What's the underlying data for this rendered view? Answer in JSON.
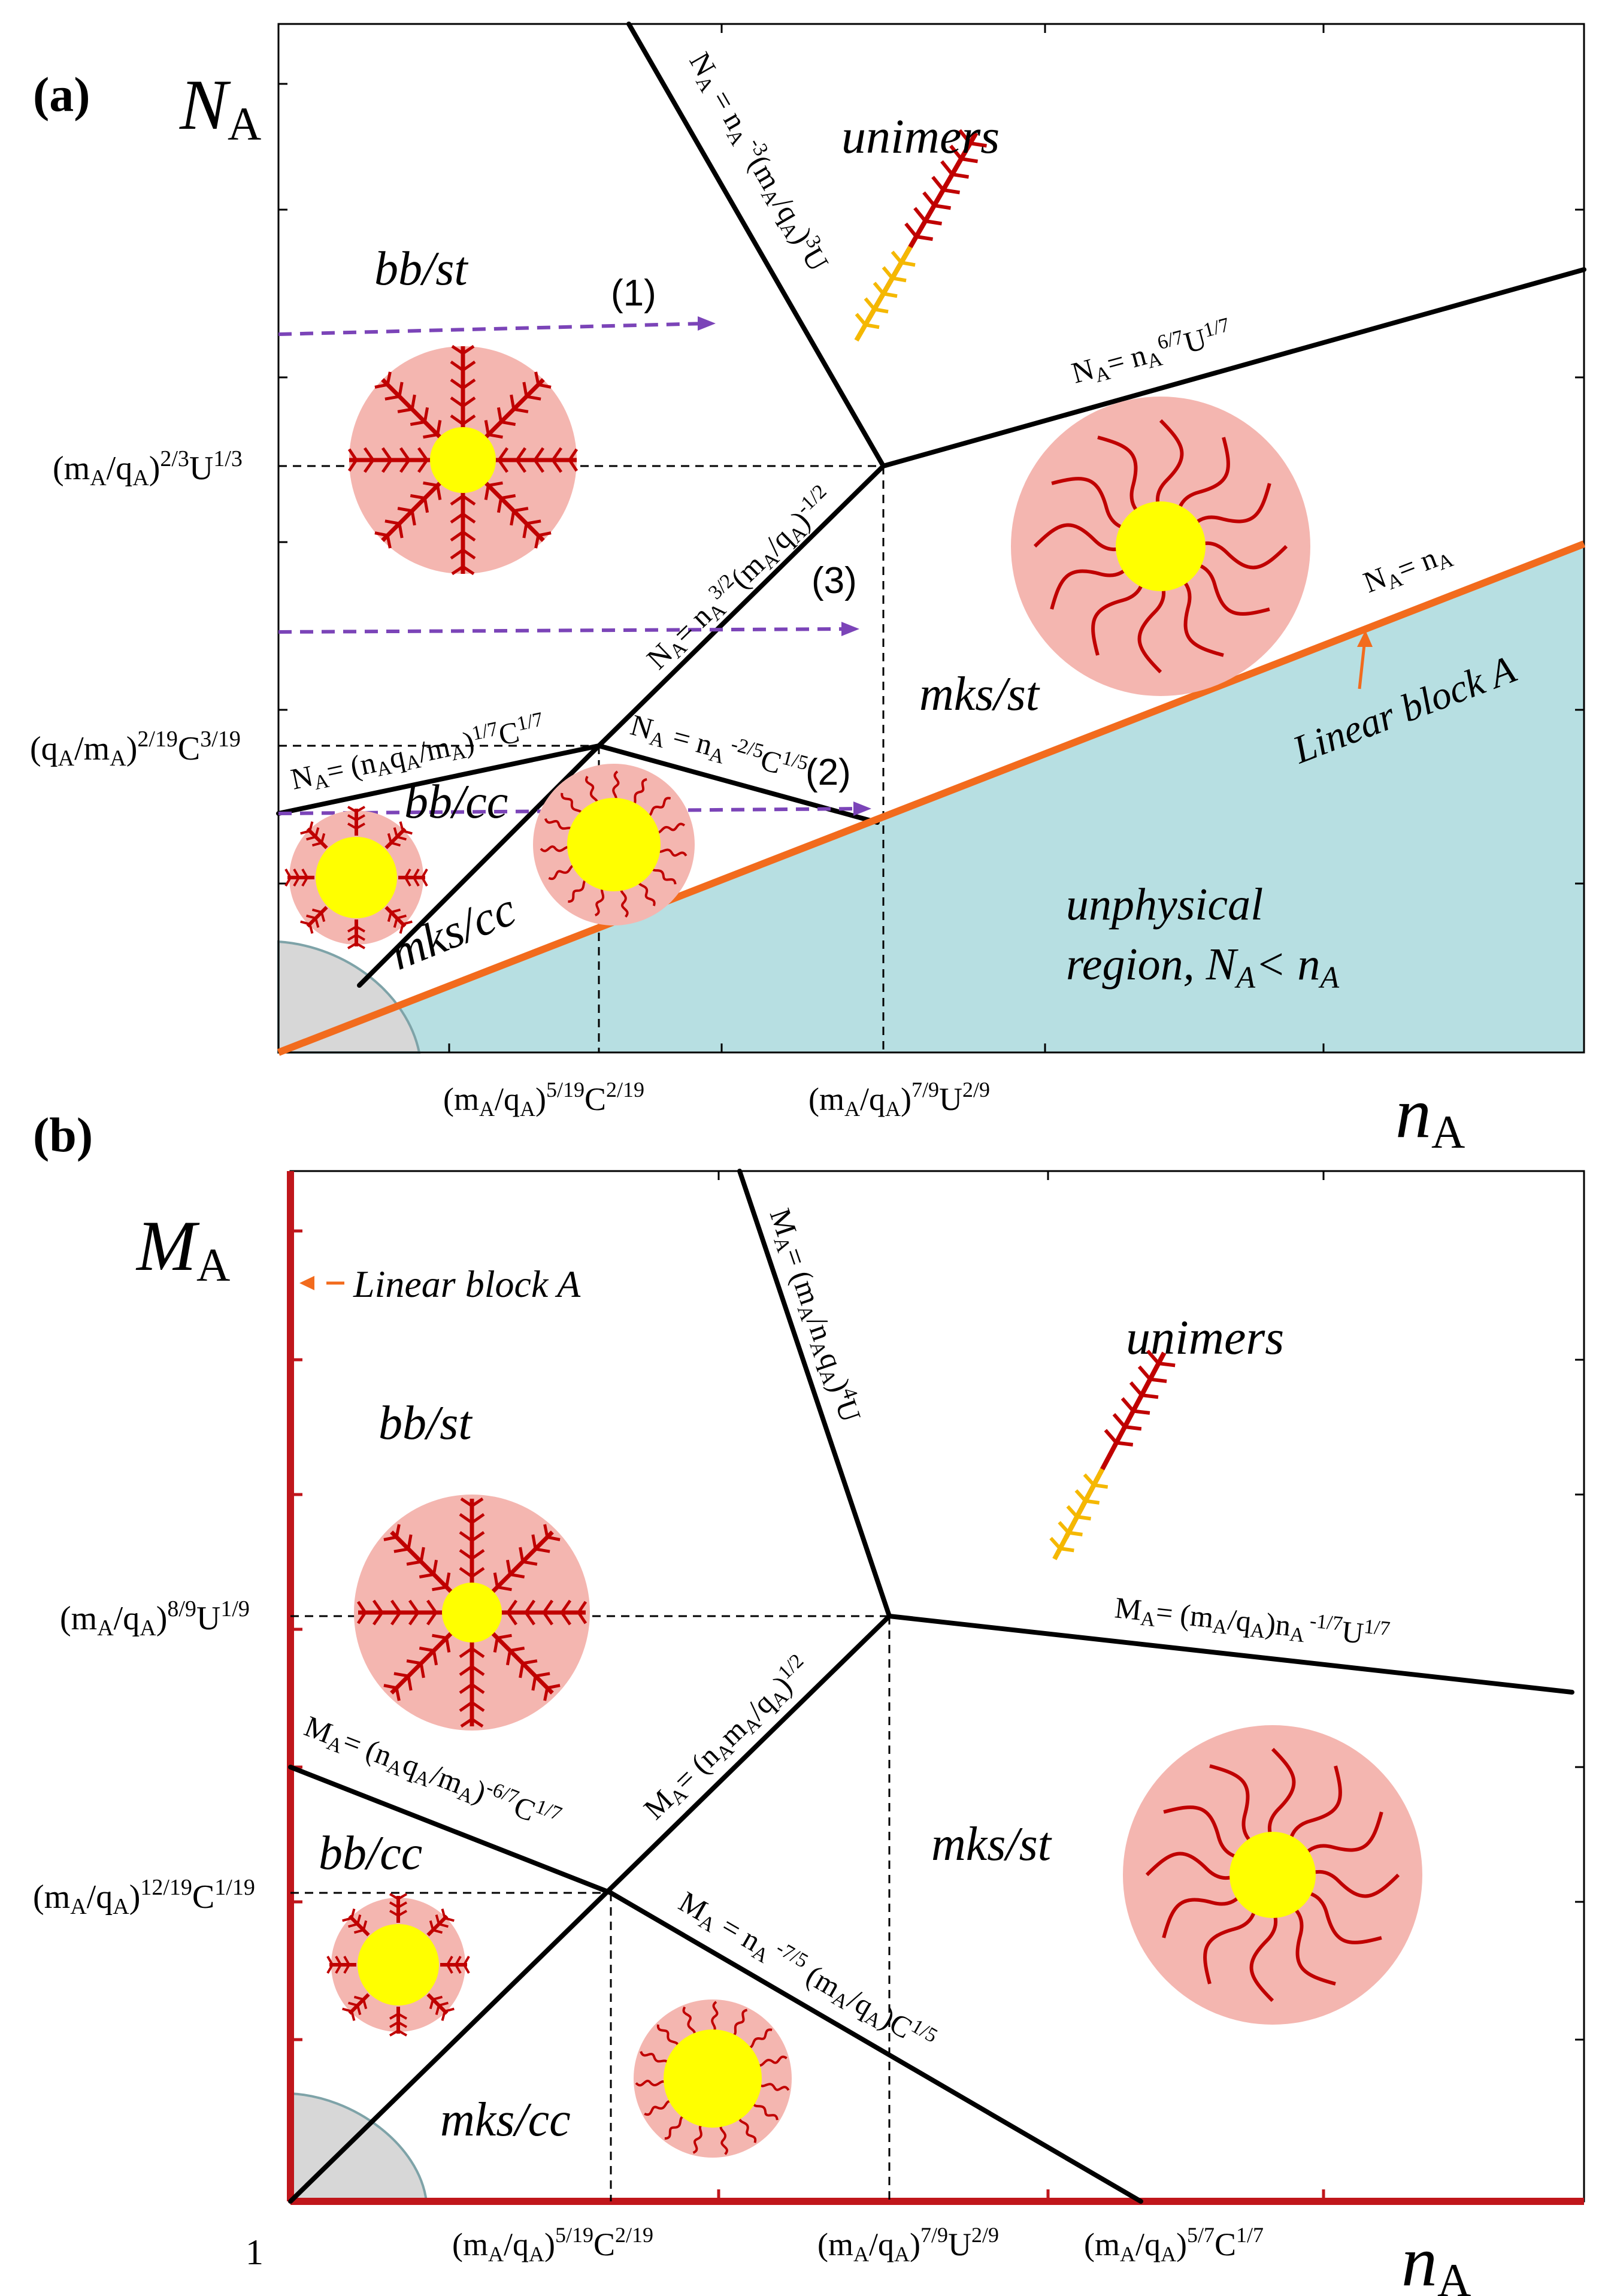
{
  "colors": {
    "boundary": "#000000",
    "linear_block_a": "#f26b1d",
    "linear_block_b": "#c0161b",
    "unphysical_fill": "#b7dfe2",
    "arrow": "#7b44b8",
    "arrow_label": "#1a2a8a",
    "corona": "#f4b6b0",
    "core": "#ffff00",
    "graft": "#c00000",
    "backbone_yellow": "#f5b800",
    "gray_region": "#d7d7d7"
  },
  "panel_a": {
    "label": "(a)",
    "y_axis": {
      "symbol": "N",
      "sub": "A"
    },
    "x_axis": {
      "symbol": "n",
      "sub": "A"
    },
    "regions": {
      "unimers": "unimers",
      "bb_st": "bb/st",
      "bb_cc": "bb/cc",
      "mks_st": "mks/st",
      "mks_cc": "mks/cc",
      "unphysical_line1": "unphysical",
      "unphysical_line2_prefix": "region, N",
      "unphysical_line2_sub": "A",
      "unphysical_line2_mid": "< n",
      "unphysical_line2_sub2": "A"
    },
    "linear_block_label": "Linear block A",
    "arrows": [
      "(1)",
      "(2)",
      "(3)"
    ],
    "y_ticks": [
      {
        "base": "(m",
        "s1": "A",
        "m1": "/q",
        "s2": "A",
        "m2": ")",
        "p1": "2/3",
        "m3": "U",
        "p2": "1/3"
      },
      {
        "base": "(q",
        "s1": "A",
        "m1": "/m",
        "s2": "A",
        "m2": ")",
        "p1": "2/19",
        "m3": "C",
        "p2": "3/19"
      }
    ],
    "x_ticks": [
      {
        "base": "(m",
        "s1": "A",
        "m1": "/q",
        "s2": "A",
        "m2": ")",
        "p1": "5/19",
        "m3": "C",
        "p2": "2/19"
      },
      {
        "base": "(m",
        "s1": "A",
        "m1": "/q",
        "s2": "A",
        "m2": ")",
        "p1": "7/9",
        "m3": "U",
        "p2": "2/9"
      }
    ],
    "lines": {
      "unimer_steep": "N_A = n_A^{-3}(m_A/q_A)^3 U",
      "unimer_shallow": "N_A = n_A^{6/7}U^{1/7}",
      "bb_mks_upper": "N_A = n_A^{3/2}(m_A/q_A)^{-1/2}",
      "st_cc_left": "N_A = (n_A q_A/m_A)^{1/7}C^{1/7}",
      "st_cc_right": "N_A = n_A^{-2/5}C^{1/5}",
      "linear": "N_A = n_A"
    }
  },
  "panel_b": {
    "label": "(b)",
    "y_axis": {
      "symbol": "M",
      "sub": "A"
    },
    "x_axis": {
      "symbol": "n",
      "sub": "A"
    },
    "origin_label": "1",
    "regions": {
      "unimers": "unimers",
      "bb_st": "bb/st",
      "bb_cc": "bb/cc",
      "mks_st": "mks/st",
      "mks_cc": "mks/cc"
    },
    "linear_block_label": "Linear block A",
    "y_ticks": [
      {
        "base": "(m",
        "s1": "A",
        "m1": "/q",
        "s2": "A",
        "m2": ")",
        "p1": "8/9",
        "m3": "U",
        "p2": "1/9"
      },
      {
        "base": "(m",
        "s1": "A",
        "m1": "/q",
        "s2": "A",
        "m2": ")",
        "p1": "12/19",
        "m3": "C",
        "p2": "1/19"
      }
    ],
    "x_ticks": [
      {
        "base": "(m",
        "s1": "A",
        "m1": "/q",
        "s2": "A",
        "m2": ")",
        "p1": "5/19",
        "m3": "C",
        "p2": "2/19"
      },
      {
        "base": "(m",
        "s1": "A",
        "m1": "/q",
        "s2": "A",
        "m2": ")",
        "p1": "7/9",
        "m3": "U",
        "p2": "2/9"
      },
      {
        "base": "(m",
        "s1": "A",
        "m1": "/q",
        "s2": "A",
        "m2": ")",
        "p1": "5/7",
        "m3": "C",
        "p2": "1/7"
      }
    ],
    "lines": {
      "unimer_steep": "M_A = (m_A/n_A q_A)^4 U",
      "unimer_shallow": "M_A = (m_A/q_A) n_A^{-1/7} U^{1/7}",
      "bb_mks_upper": "M_A = (n_A m_A/q_A)^{1/2}",
      "st_cc_left": "M_A = (n_A q_A/m_A)^{-6/7}C^{1/7}",
      "st_cc_right": "M_A = n_A^{-7/5}(m_A/q_A)C^{1/5}"
    }
  }
}
